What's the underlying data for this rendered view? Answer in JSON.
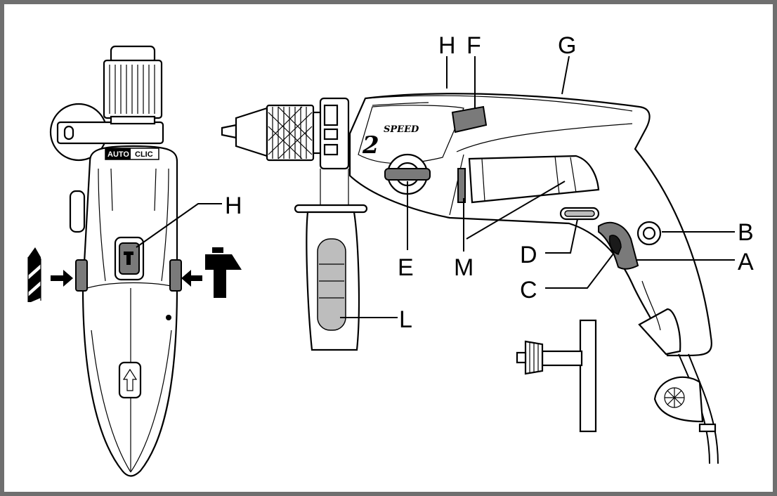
{
  "labels": {
    "A": "A",
    "B": "B",
    "C": "C",
    "D": "D",
    "E": "E",
    "F": "F",
    "G": "G",
    "H": "H",
    "L": "L",
    "M": "M",
    "H_side": "H"
  },
  "drill_text": {
    "speed_number": "2",
    "speed_word": "SPEED",
    "auto_word": "AUTO",
    "clic_word": "CLIC"
  },
  "icons": {
    "drill_mode": "drill-bit-icon",
    "hammer_mode": "hammer-icon"
  },
  "colors": {
    "frame": "#6f6f6f",
    "line": "#000000",
    "accent_grey": "#7a7a7a"
  }
}
